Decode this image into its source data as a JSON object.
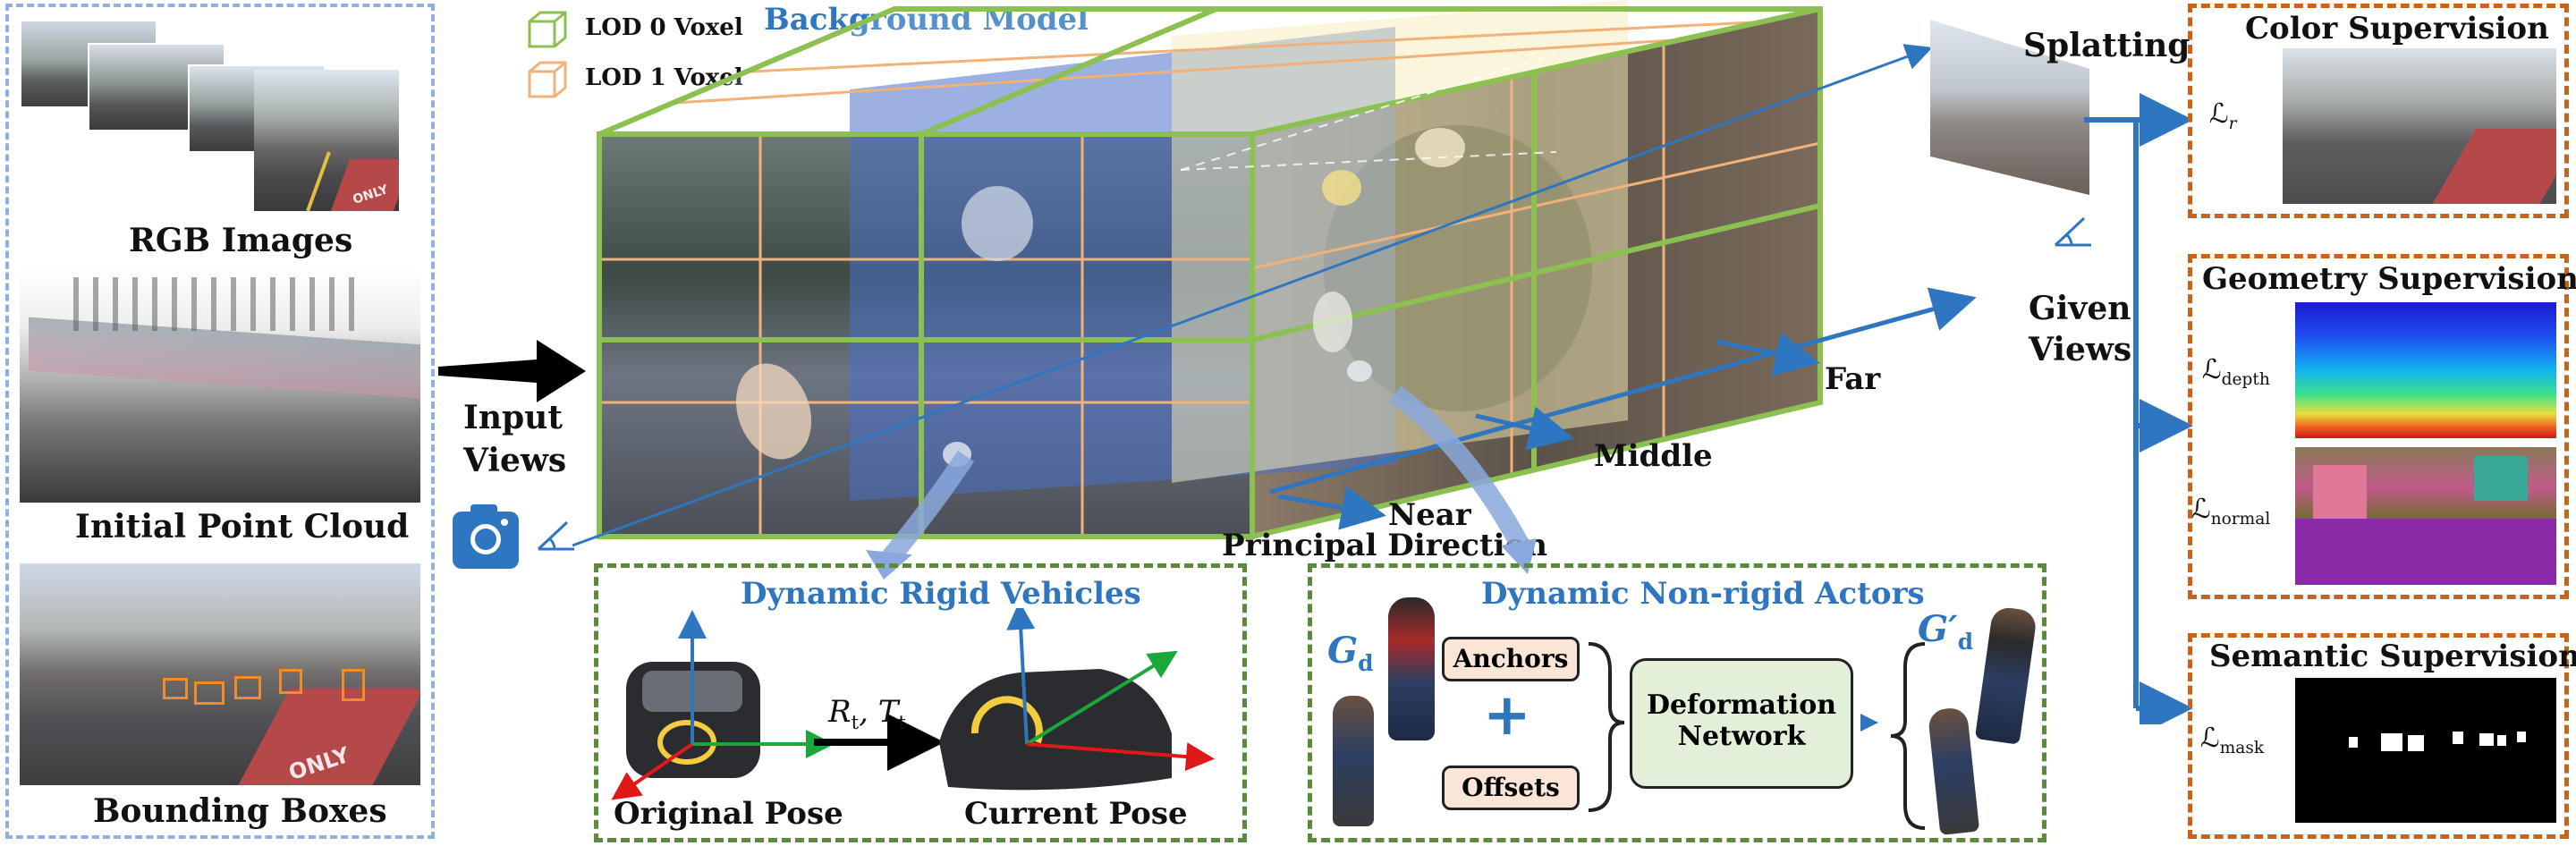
{
  "inputs": {
    "rgb_label": "RGB Images",
    "pointcloud_label": "Initial Point Cloud",
    "boxes_label": "Bounding Boxes",
    "only_text": "ONLY",
    "input_views_line1": "Input",
    "input_views_line2": "Views"
  },
  "background": {
    "title": "Background Model",
    "legend": [
      {
        "label": "LOD 0 Voxel",
        "color": "#8cc152"
      },
      {
        "label": "LOD 1 Voxel",
        "color": "#f0b27a"
      }
    ],
    "near": "Near",
    "middle": "Middle",
    "far": "Far",
    "principal_direction": "Principal Direction"
  },
  "splatting": {
    "label": "Splatting",
    "given_views_line1": "Given",
    "given_views_line2": "Views"
  },
  "rigid": {
    "title": "Dynamic Rigid Vehicles",
    "transform": "R",
    "transform_sub": "t",
    "transform2": "T",
    "transform2_sub": "t",
    "original_pose": "Original Pose",
    "current_pose": "Current Pose"
  },
  "nonrigid": {
    "title": "Dynamic Non-rigid Actors",
    "g_in": "G",
    "g_in_sub": "d",
    "g_out": "G′",
    "g_out_sub": "d",
    "anchors": "Anchors",
    "plus": "+",
    "offsets": "Offsets",
    "network_line1": "Deformation",
    "network_line2": "Network"
  },
  "supervision": {
    "color_title": "Color Supervision",
    "color_loss": "ℒ",
    "color_loss_sub": "r",
    "geometry_title": "Geometry Supervision",
    "depth_loss": "ℒ",
    "depth_loss_sub": "depth",
    "normal_loss": "ℒ",
    "normal_loss_sub": "normal",
    "semantic_title": "Semantic Supervision",
    "mask_loss": "ℒ",
    "mask_loss_sub": "mask"
  },
  "colors": {
    "input_box": "#8fb0e0",
    "dynamic_box": "#5a8a3a",
    "supervision_box": "#c8641a",
    "flow_blue": "#2e76c0",
    "lod0": "#8cc152",
    "lod1": "#f0b27a"
  }
}
